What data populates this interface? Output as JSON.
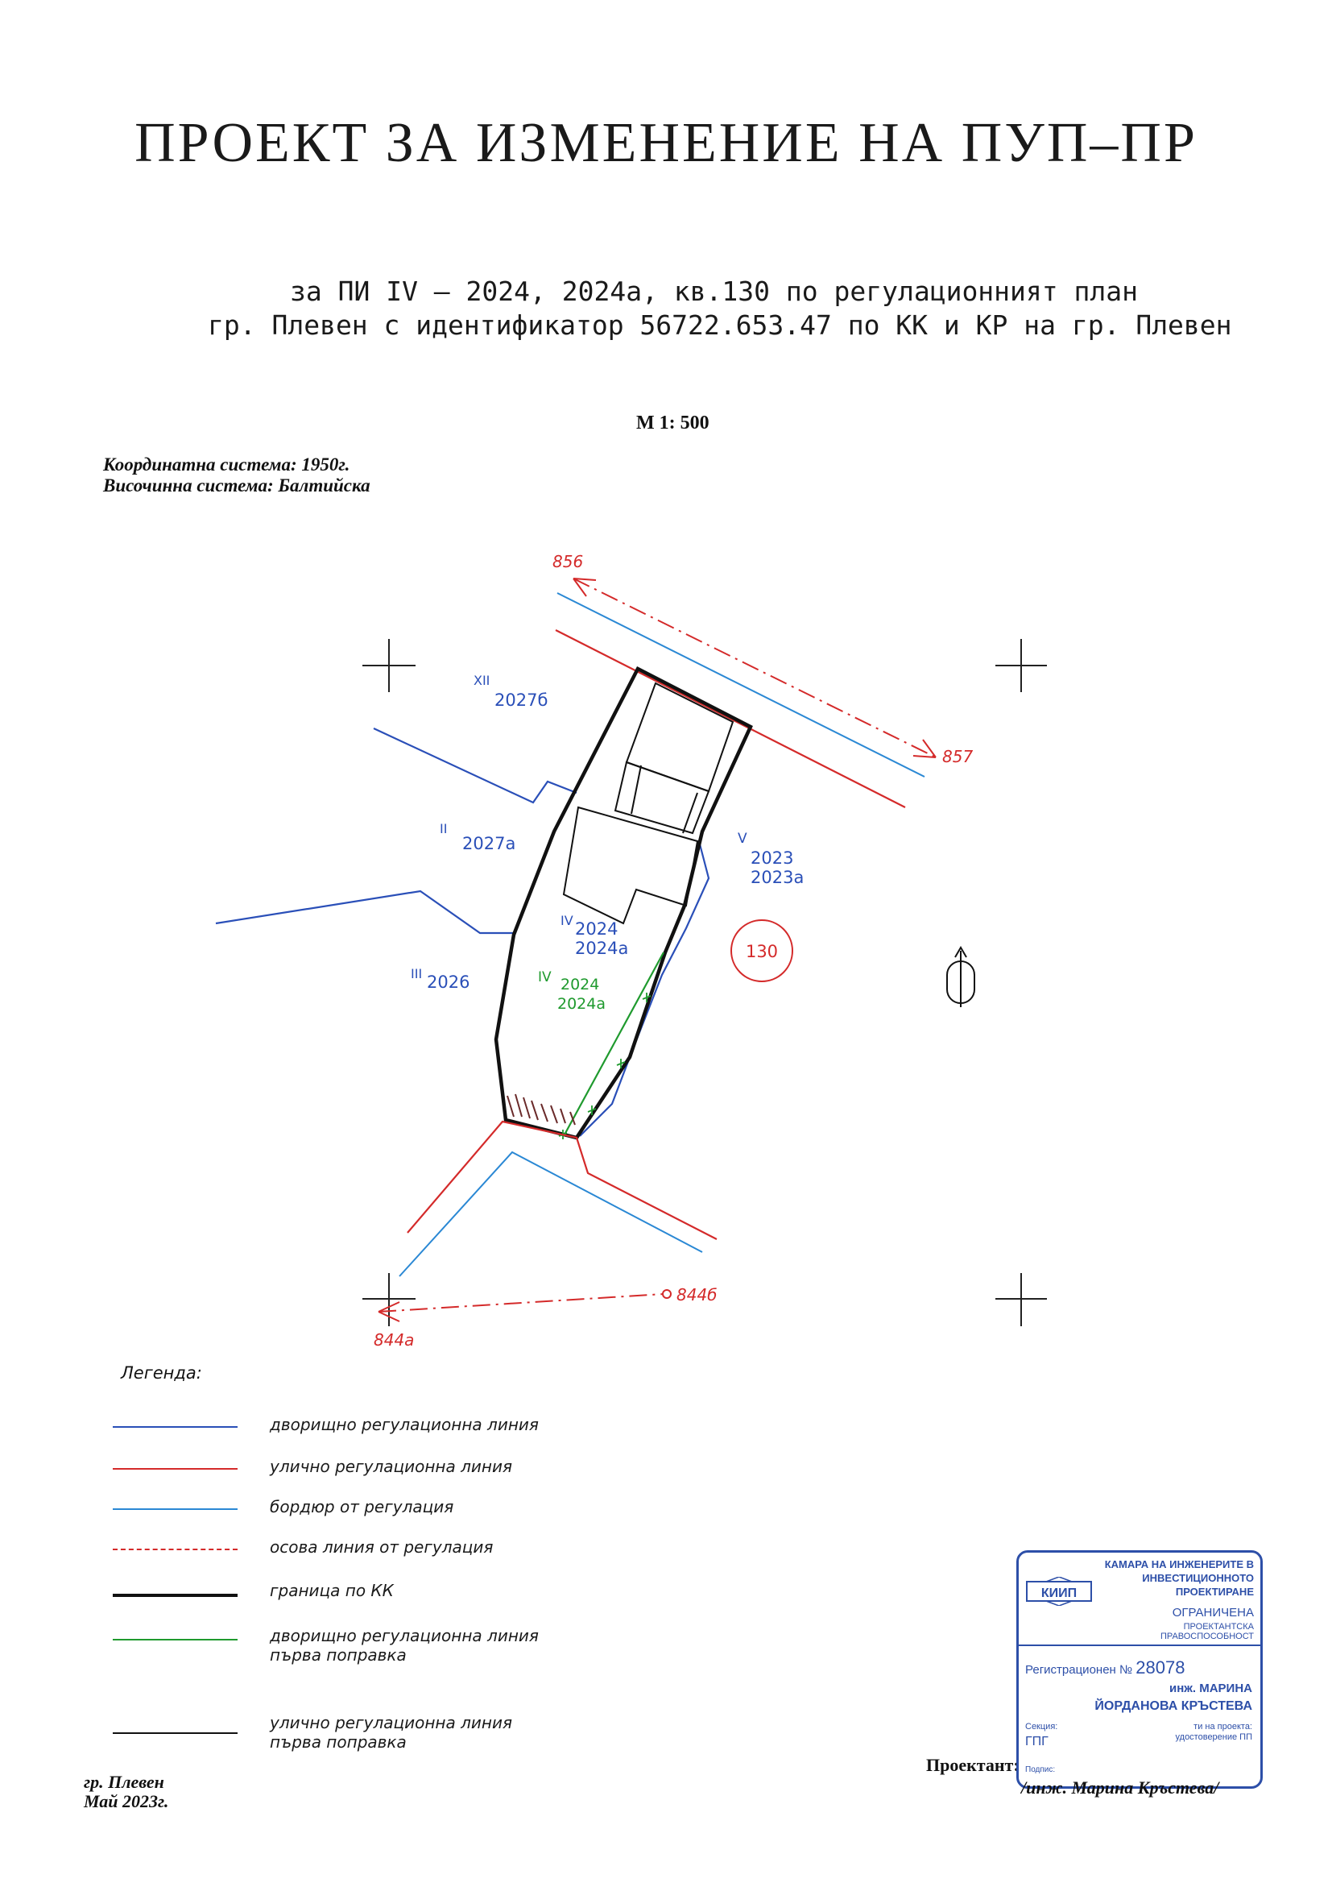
{
  "header": {
    "title": "ПРОЕКТ ЗА ИЗМЕНЕНИЕ НА ПУП–ПР",
    "subtitle_line1": "за ПИ IV – 2024, 2024а, кв.130 по регулационният план",
    "subtitle_line2": "гр. Плевен с идентификатор 56722.653.47 по КК и КР на гр. Плевен",
    "scale": "М 1: 500",
    "coordinate_system": "Координатна система: 1950г.",
    "height_system": "Височинна система: Балтийска"
  },
  "map": {
    "labels": {
      "point_856": "856",
      "point_857": "857",
      "point_844a": "844а",
      "point_844b": "844б",
      "plot_xii_num": "XII",
      "plot_xii_id": "2027б",
      "plot_ii_num": "II",
      "plot_ii_id": "2027а",
      "plot_v_num": "V",
      "plot_v_id1": "2023",
      "plot_v_id2": "2023а",
      "plot_iv_blue_num": "IV",
      "plot_iv_blue_id1": "2024",
      "plot_iv_blue_id2": "2024а",
      "plot_iv_green_num": "IV",
      "plot_iv_green_id1": "2024",
      "plot_iv_green_id2": "2024а",
      "plot_iii_num": "III",
      "plot_iii_id": "2026",
      "block_number": "130"
    },
    "colors": {
      "courtyard_line": "#2a4fb8",
      "street_line": "#d42a2a",
      "border_line": "#2a88d4",
      "axis_line": "#d42a2a",
      "cadastre_boundary": "#111111",
      "courtyard_correction": "#1f9a2e",
      "street_correction": "#111111"
    },
    "north_icon": "north-arrow-icon"
  },
  "legend": {
    "title": "Легенда:",
    "items": [
      {
        "label": "дворищно регулационна линия",
        "color": "#2a4fb8"
      },
      {
        "label": "улично регулационна линия",
        "color": "#d42a2a"
      },
      {
        "label": "бордюр от регулация",
        "color": "#2a88d4"
      },
      {
        "label": "осова линия от регулация",
        "color": "#d42a2a"
      },
      {
        "label": "граница по КК",
        "color": "#111111"
      },
      {
        "label": "дворищно регулационна линия\nпърва поправка",
        "color": "#1f9a2e"
      },
      {
        "label": "улично регулационна линия\nпърва поправка",
        "color": "#111111"
      }
    ]
  },
  "footer": {
    "place": "гр. Плевен",
    "date": "Май 2023г.",
    "designer_label": "Проектант:",
    "designer_name": "/инж. Марина Кръстева/"
  },
  "stamp": {
    "org": "КАМАРА НА ИНЖЕНЕРИТЕ В ИНВЕСТИЦИОННОТО ПРОЕКТИРАНЕ",
    "logo_text": "КИИП",
    "limited": "ОГРАНИЧЕНА",
    "capacity": "ПРОЕКТАНТСКА ПРАВОСПОСОБНОСТ",
    "reg_label": "Регистрационен №",
    "reg_number": "28078",
    "name_line1": "инж. МАРИНА",
    "name_line2": "ЙОРДАНОВА КРЪСТЕВА",
    "section_label": "Секция:",
    "section_value": "ГПГ",
    "right_text": "ти на проекта: удостоверение ПП",
    "signature_label": "Подпис:"
  }
}
